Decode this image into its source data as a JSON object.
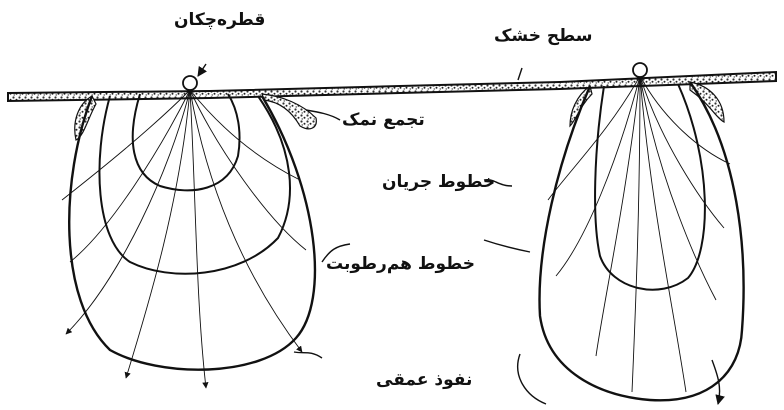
{
  "labels": {
    "dripper": "قطره‌چکان",
    "dry_surface": "سطح خشک",
    "salt_accumulation": "تجمع نمک",
    "flow_lines": "خطوط جریان",
    "iso_moisture_lines": "خطوط هم‌رطوبت",
    "deep_percolation": "نفوذ عمقی"
  },
  "colors": {
    "ink": "#111111",
    "background": "#ffffff",
    "salt_crust": "#444444"
  }
}
